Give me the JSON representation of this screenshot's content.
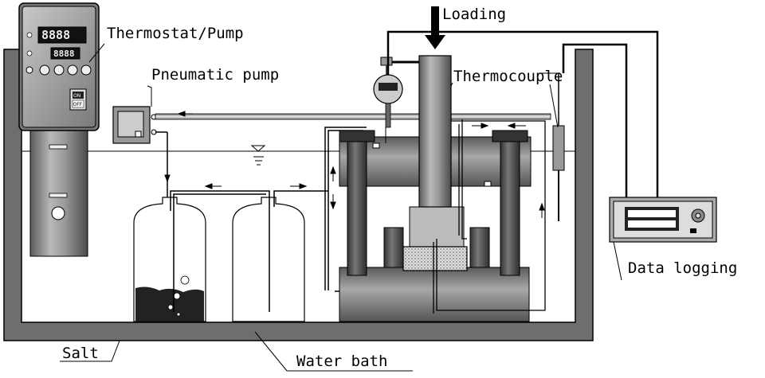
{
  "labels": {
    "loading": "Loading",
    "thermostat": "Thermostat/Pump",
    "pneumatic": "Pneumatic pump",
    "thermocouple": "Thermocouple",
    "data_logging": "Data logging",
    "salt": "Salt",
    "water_bath": "Water bath"
  },
  "switch": {
    "on": "ON",
    "off": "OFF"
  },
  "thermostat_display": {
    "digits": "8888"
  }
}
